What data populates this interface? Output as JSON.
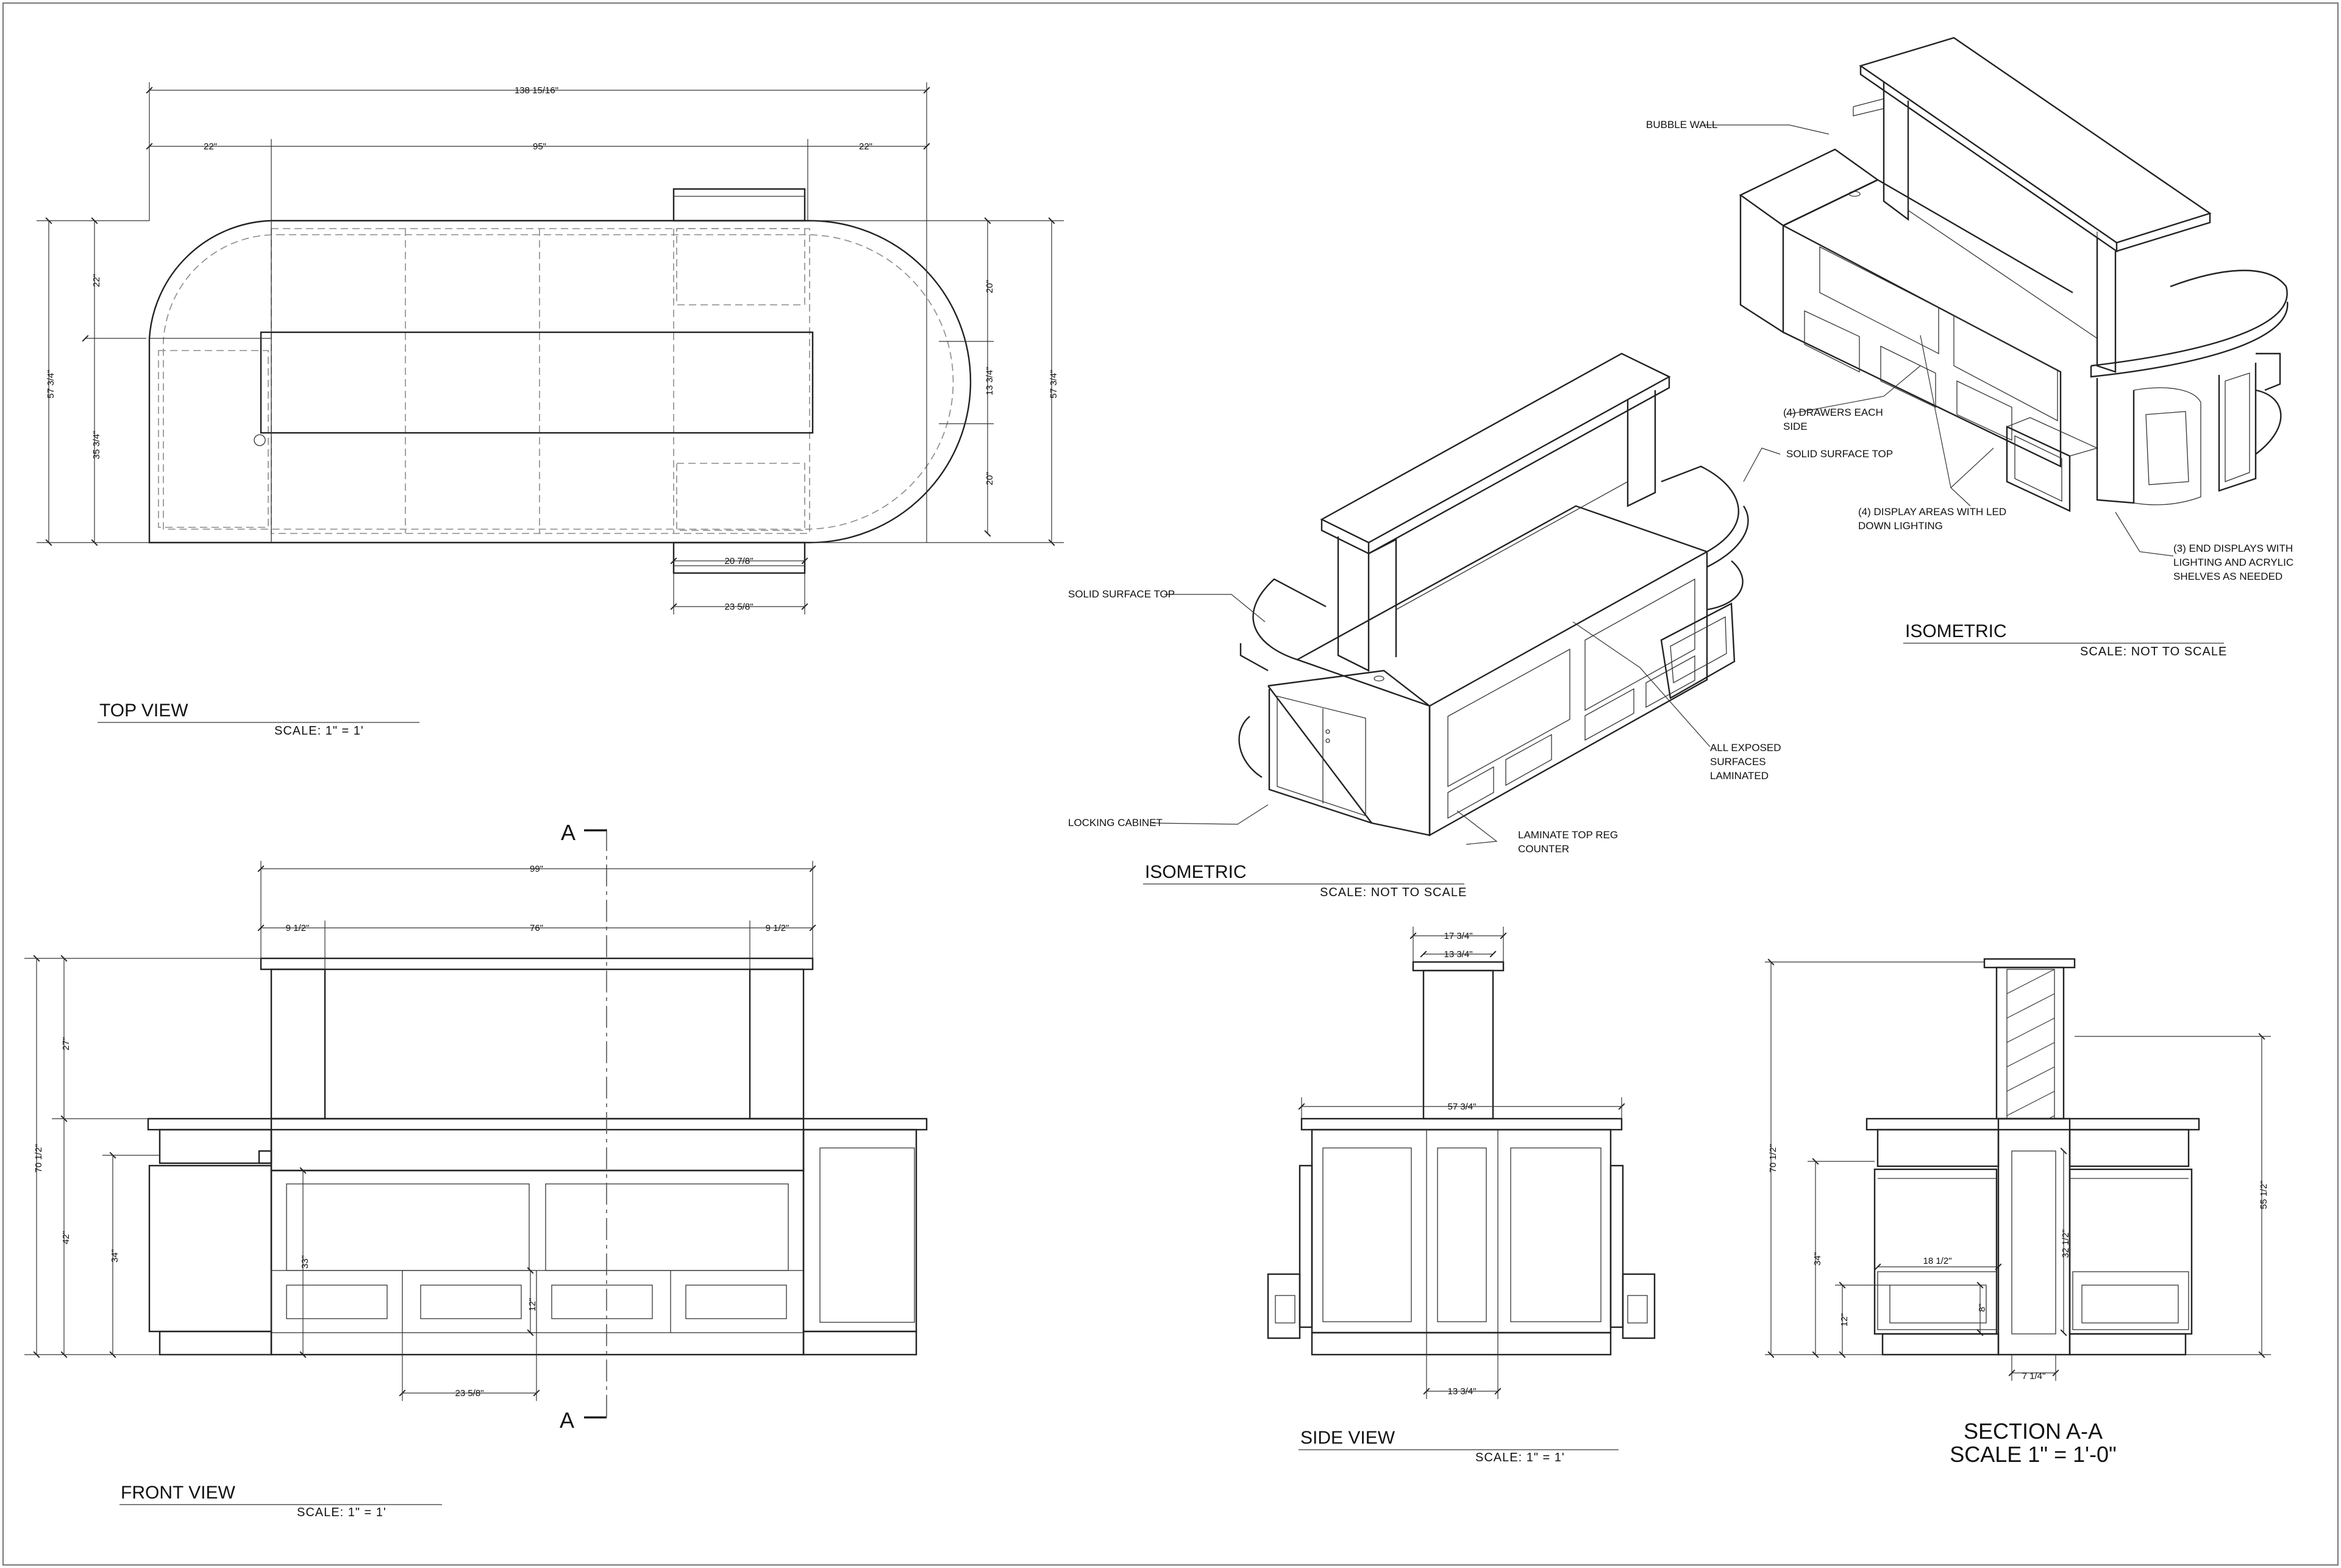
{
  "views": {
    "top": {
      "title": "TOP VIEW",
      "scale": "SCALE:   1\"  =  1'"
    },
    "front": {
      "title": "FRONT VIEW",
      "scale": "SCALE:   1\"  =  1'"
    },
    "side": {
      "title": "SIDE VIEW",
      "scale": "SCALE:   1\"  =  1'"
    },
    "iso_left": {
      "title": "ISOMETRIC",
      "scale": "SCALE: NOT  TO  SCALE"
    },
    "iso_right": {
      "title": "ISOMETRIC",
      "scale": "SCALE: NOT  TO  SCALE"
    },
    "section": {
      "title": "SECTION A-A",
      "scale": "SCALE 1\" = 1'-0\""
    }
  },
  "dims": {
    "top": {
      "overall": "138 15/16\"",
      "left": "22\"",
      "mid": "95\"",
      "right": "22\"",
      "h_total": "57 3/4\"",
      "h_top": "22\"",
      "h_low": "35 3/4\"",
      "r_a": "20\"",
      "r_b": "13 3/4\"",
      "r_c": "20\"",
      "r_total": "57 3/4\"",
      "step_in": "20 7/8\"",
      "step_out": "23 5/8\""
    },
    "front": {
      "overall": "99\"",
      "left": "9 1/2\"",
      "mid": "76\"",
      "right": "9 1/2\"",
      "total_h": "70 1/2\"",
      "upper": "27\"",
      "lower": "42\"",
      "counter": "34\"",
      "opening": "33\"",
      "drawer": "12\"",
      "drawer_w": "23 5/8\""
    },
    "side": {
      "top_out": "17 3/4\"",
      "top_in": "13 3/4\"",
      "width": "57 3/4\"",
      "base": "13 3/4\""
    },
    "section": {
      "total_h": "70 1/2\"",
      "counter": "34\"",
      "drawer": "12\"",
      "depth": "18 1/2\"",
      "sub": "8\"",
      "inner": "32 1/2\"",
      "upper": "55 1/2\"",
      "post": "7 1/4\""
    }
  },
  "section_marks": {
    "top": "A",
    "bottom": "A"
  },
  "notes": {
    "solid_top_left": "SOLID SURFACE TOP",
    "locking": "LOCKING CABINET",
    "laminate": [
      "LAMINATE TOP REG",
      "COUNTER"
    ],
    "exposed": [
      "ALL EXPOSED",
      "SURFACES",
      "LAMINATED"
    ],
    "bubble": "BUBBLE WALL",
    "drawers": [
      "(4) DRAWERS EACH",
      "SIDE"
    ],
    "solid_top_right": "SOLID SURFACE TOP",
    "display": [
      "(4) DISPLAY AREAS WITH LED",
      "DOWN  LIGHTING"
    ],
    "end_disp": [
      "(3) END DISPLAYS WITH",
      "LIGHTING AND ACRYLIC",
      "SHELVES AS NEEDED"
    ]
  }
}
